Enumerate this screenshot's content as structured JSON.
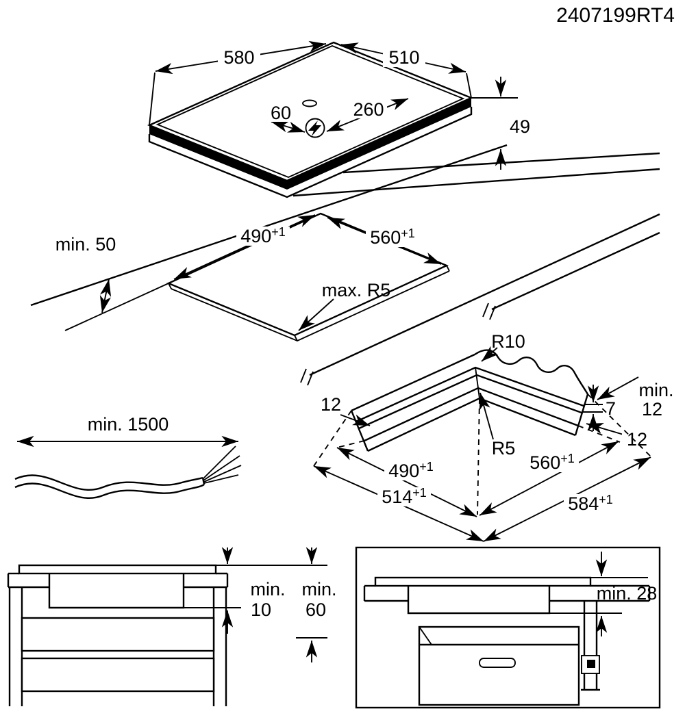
{
  "doc_code": "2407199RT4",
  "colors": {
    "line": "#000000",
    "background": "#ffffff"
  },
  "hob_view": {
    "width": "580",
    "depth": "510",
    "cable_offset": "60",
    "cable_inset": "260",
    "build_height": "49"
  },
  "cutout_view": {
    "rear_clearance": "min. 50",
    "cutout_width": "490",
    "cutout_depth": "560",
    "tolerance": "+1",
    "corner_radius": "max. R5"
  },
  "corner_profile": {
    "outer_radius": "R10",
    "ledge_left": "12",
    "step_height": "7",
    "min_label": "min.",
    "min_value": "12",
    "inner_radius": "R5",
    "ledge_right": "12",
    "inner_width": "490",
    "inner_depth": "560",
    "outer_width": "514",
    "outer_depth": "584",
    "tolerance": "+1"
  },
  "cable_view": {
    "length": "min. 1500"
  },
  "drawer_section": {
    "gap_label": "min.",
    "gap_value": "10",
    "clearance_label": "min.",
    "clearance_value": "60"
  },
  "oven_section": {
    "clearance": "min. 28"
  }
}
